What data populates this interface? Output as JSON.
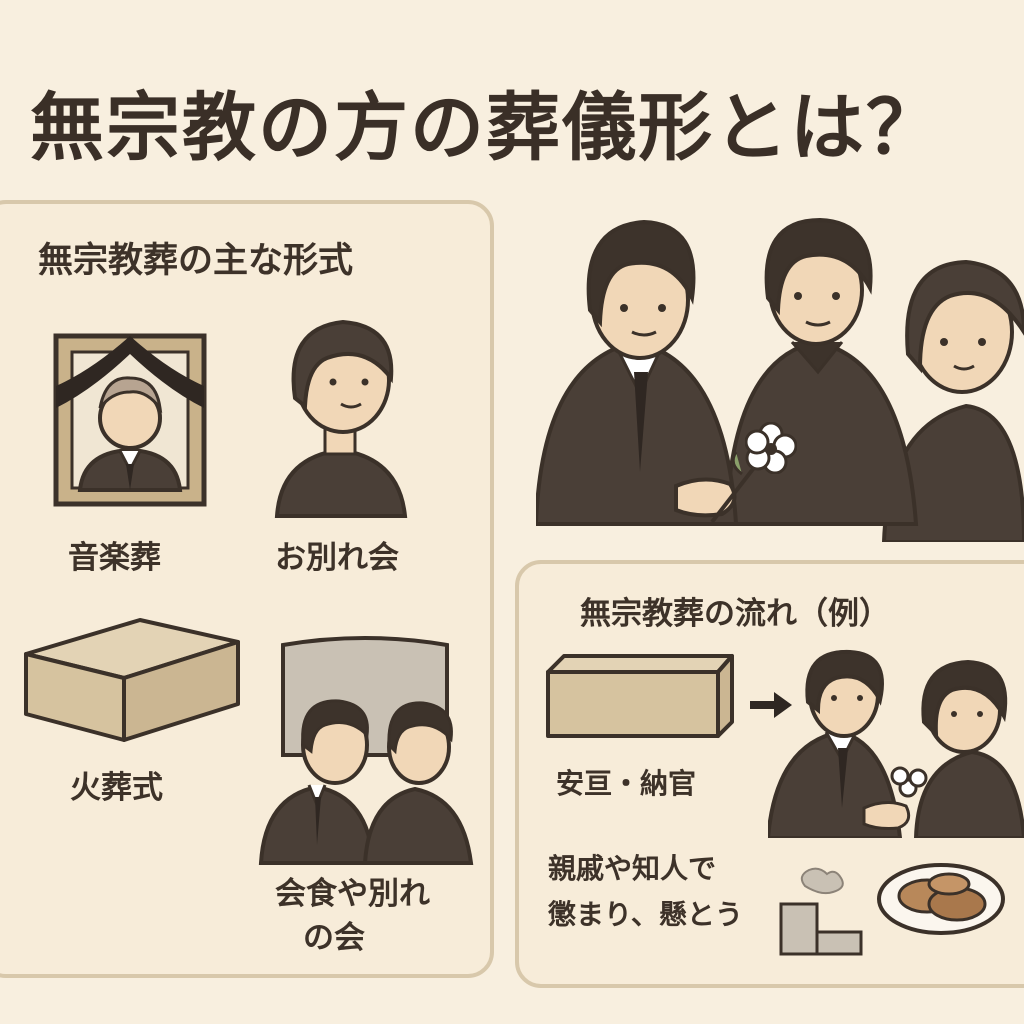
{
  "title": "無宗教の方の葬儀形とは？",
  "formats": {
    "heading": "無宗教葬の主な形式",
    "items": [
      "音楽葬",
      "お別れ会",
      "火葬式"
    ],
    "dinner_lines": [
      "会食や別れ",
      "の会"
    ]
  },
  "flow": {
    "heading": "無宗教葬の流れ（例）",
    "step1": "安亘・納官",
    "step3_lines": [
      "親戚や知人で",
      "懲まり、懸とう"
    ]
  },
  "icons": {
    "arrow": "right-arrow-icon",
    "flower": "white-flower-icon",
    "plate": "food-plate-icon"
  },
  "colors": {
    "background": "#f8efdf",
    "panel_border": "#d8c8ab",
    "text": "#3a2f27",
    "clothing": "#4a3f37",
    "skin": "#f1d7b7",
    "box": "#d9c7a5"
  }
}
